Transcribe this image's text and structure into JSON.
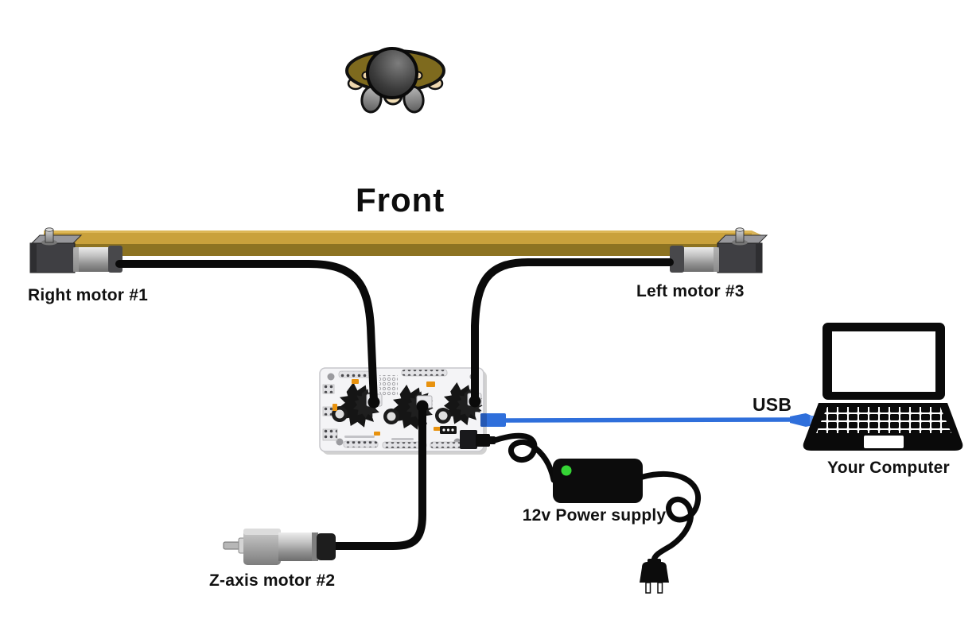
{
  "title": "Front",
  "labels": {
    "right_motor": "Right motor #1",
    "left_motor": "Left motor #3",
    "z_axis_motor": "Z-axis motor #2",
    "power_supply": "12v Power supply",
    "usb": "USB",
    "computer": "Your Computer"
  },
  "icons": {
    "person": "person-top-view-icon",
    "beam": "wooden-beam",
    "right_motor": "stepper-motor-icon",
    "left_motor": "stepper-motor-icon",
    "z_axis_motor": "gearmotor-icon",
    "controller": "motor-controller-board-icon",
    "usb_cable": "usb-cable-icon",
    "power_supply": "power-brick-icon",
    "wall_plug": "two-prong-plug-icon",
    "laptop": "laptop-icon"
  },
  "colors": {
    "beam_light": "#c9a13c",
    "beam_dark": "#8d7322",
    "cable_black": "#0a0a0a",
    "usb_blue": "#2f6fdb",
    "led_green": "#35d435",
    "pcb_white": "#f4f4f6",
    "shirt_olive": "#7e6a1e",
    "label_color": "#111111"
  }
}
